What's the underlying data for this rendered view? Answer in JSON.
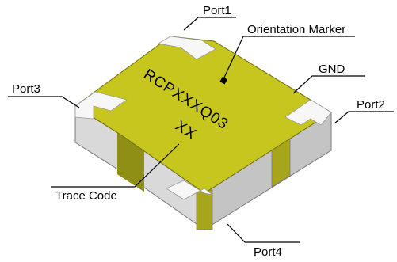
{
  "labels": {
    "port1": "Port1",
    "port2": "Port2",
    "port3": "Port3",
    "port4": "Port4",
    "orientation": "Orientation Marker",
    "gnd": "GND",
    "trace": "Trace Code"
  },
  "chip": {
    "part_marking": "RCPXXXQ03",
    "trace_marking": "XX"
  },
  "colors": {
    "pad": "#c7c61f",
    "pad_dark": "#8f8f16",
    "side_light": "#e6e6e6",
    "side_dark": "#bdbdbd",
    "white_trace": "#f7f7f7"
  }
}
